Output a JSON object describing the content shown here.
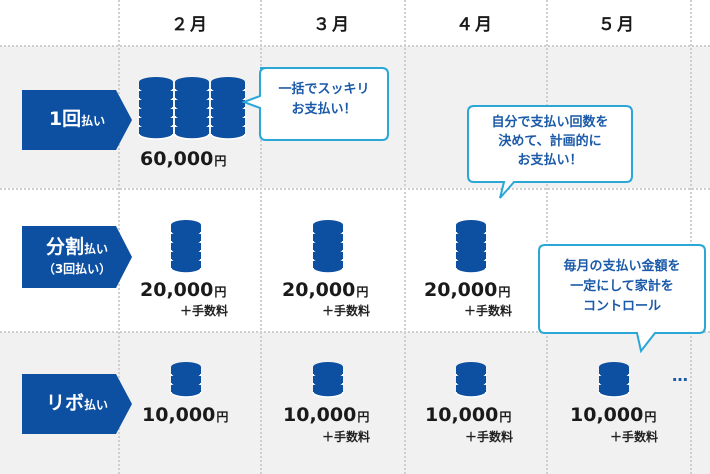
{
  "months": [
    "２月",
    "３月",
    "４月",
    "５月"
  ],
  "rows": [
    {
      "id": "once",
      "label_main": "1回",
      "label_sub": "払い",
      "label_line2": ""
    },
    {
      "id": "split",
      "label_main": "分割",
      "label_sub": "払い",
      "label_line2": "（3回払い）"
    },
    {
      "id": "revo",
      "label_main": "リボ",
      "label_sub": "払い",
      "label_line2": ""
    }
  ],
  "amounts": {
    "once_feb": "60,000",
    "split_feb": "20,000",
    "split_mar": "20,000",
    "split_apr": "20,000",
    "revo_feb": "10,000",
    "revo_mar": "10,000",
    "revo_apr": "10,000",
    "revo_may": "10,000"
  },
  "yen": "円",
  "fee_label": "＋手数料",
  "bubbles": {
    "once": [
      "一括でスッキリ",
      "お支払い！"
    ],
    "split": [
      "自分で支払い回数を",
      "決めて、計画的に",
      "お支払い！"
    ],
    "revo": [
      "毎月の支払い金額を",
      "一定にして家計を",
      "コントロール"
    ]
  },
  "continuation": "…",
  "colors": {
    "navy": "#0d4fa0",
    "bubble_border": "#2aa7d6",
    "band": "#f1f1f1"
  }
}
